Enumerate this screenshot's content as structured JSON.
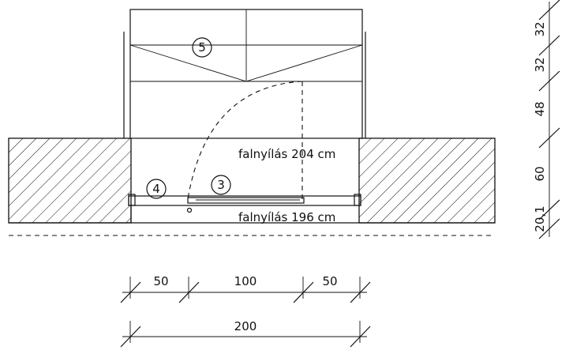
{
  "labels": {
    "opening_top": "falnyílás 204 cm",
    "opening_bottom": "falnyílás 196 cm"
  },
  "callouts": [
    "5",
    "4",
    "3"
  ],
  "horizontal_dims": [
    "50",
    "100",
    "50",
    "200"
  ],
  "vertical_dims": [
    "32",
    "32",
    "48",
    "60",
    "20,1"
  ]
}
